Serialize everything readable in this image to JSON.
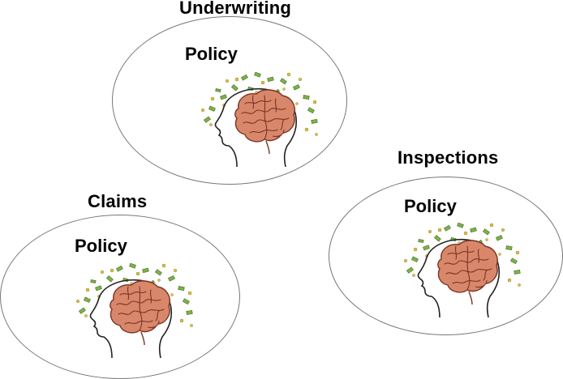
{
  "groups": [
    {
      "title": "Underwriting",
      "label": "Policy",
      "icon": "brain-with-money-icon"
    },
    {
      "title": "Inspections",
      "label": "Policy",
      "icon": "brain-with-money-icon"
    },
    {
      "title": "Claims",
      "label": "Policy",
      "icon": "brain-with-money-icon"
    }
  ],
  "colors": {
    "ellipse_stroke": "#777777",
    "brain_fill": "#d9876a",
    "brain_detail": "#7a3424",
    "money_green": "#7fb24a",
    "coin_yellow": "#d9c24a"
  }
}
